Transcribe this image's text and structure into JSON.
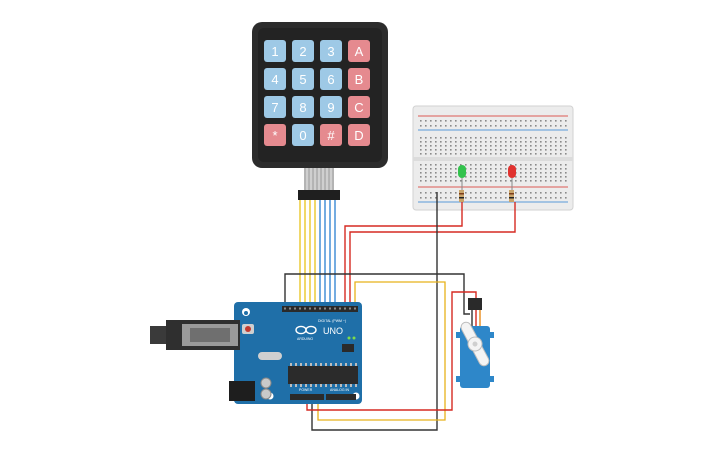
{
  "keypad": {
    "keys": [
      {
        "label": "1",
        "type": "num"
      },
      {
        "label": "2",
        "type": "num"
      },
      {
        "label": "3",
        "type": "num"
      },
      {
        "label": "A",
        "type": "letter"
      },
      {
        "label": "4",
        "type": "num"
      },
      {
        "label": "5",
        "type": "num"
      },
      {
        "label": "6",
        "type": "num"
      },
      {
        "label": "B",
        "type": "letter"
      },
      {
        "label": "7",
        "type": "num"
      },
      {
        "label": "8",
        "type": "num"
      },
      {
        "label": "9",
        "type": "num"
      },
      {
        "label": "C",
        "type": "letter"
      },
      {
        "label": "*",
        "type": "letter"
      },
      {
        "label": "0",
        "type": "num"
      },
      {
        "label": "#",
        "type": "letter"
      },
      {
        "label": "D",
        "type": "letter"
      }
    ]
  },
  "arduino": {
    "digital_label": "DIGITAL (PWM ~)",
    "logo_text": "ARDUINO",
    "model": "UNO",
    "power_label": "POWER",
    "analog_label": "ANALOG IN"
  },
  "leds": [
    {
      "color_name": "green",
      "color": "#33c24d"
    },
    {
      "color_name": "red",
      "color": "#e0322f"
    }
  ],
  "colors": {
    "keypad_body": "#2c2c2c",
    "key_num": "#9ec9e6",
    "key_letter": "#e58a8f",
    "board": "#1f6fa8",
    "breadboard": "#ececec",
    "wire_red": "#d62a22",
    "wire_black": "#333333",
    "wire_yellow": "#e8c21a",
    "wire_blue": "#2a7fd1",
    "wire_orange": "#e88b1c",
    "servo_body": "#2e87c9"
  }
}
